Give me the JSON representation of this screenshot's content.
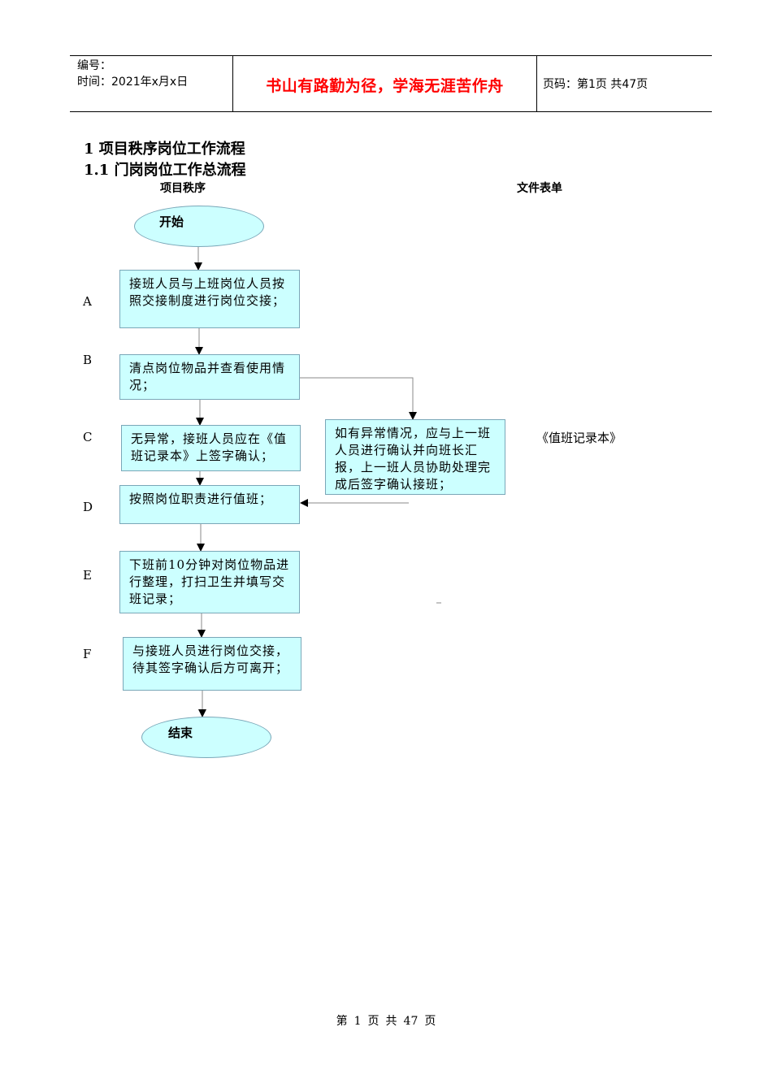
{
  "header": {
    "number_label": "编号：",
    "time_label": "时间：2021年x月x日",
    "motto": "书山有路勤为径，学海无涯苦作舟",
    "page_label": "页码：第1页  共47页"
  },
  "headings": {
    "h1": "1  项目秩序岗位工作流程",
    "h2": "1.1  门岗岗位工作总流程"
  },
  "columns": {
    "left": "项目秩序",
    "right": "文件表单"
  },
  "flow": {
    "start": "开始",
    "end": "结束",
    "steps": [
      {
        "letter": "A",
        "text": "接班人员与上班岗位人员按照交接制度进行岗位交接；"
      },
      {
        "letter": "B",
        "text": "清点岗位物品并查看使用情况；"
      },
      {
        "letter": "C",
        "text": "无异常，接班人员应在《值班记录本》上签字确认；"
      },
      {
        "letter": "D",
        "text": "按照岗位职责进行值班；"
      },
      {
        "letter": "E",
        "text": "下班前10分钟对岗位物品进行整理，打扫卫生并填写交班记录；"
      },
      {
        "letter": "F",
        "text": "与接班人员进行岗位交接，待其签字确认后方可离开；"
      }
    ],
    "branch_text": "如有异常情况，应与上一班人员进行确认并向班长汇报，上一班人员协助处理完成后签字确认接班；",
    "form_ref": "《值班记录本》"
  },
  "footer": {
    "di": "第",
    "page": "1",
    "ye": "页",
    "gong": "共",
    "total": "47",
    "ye2": "页"
  }
}
